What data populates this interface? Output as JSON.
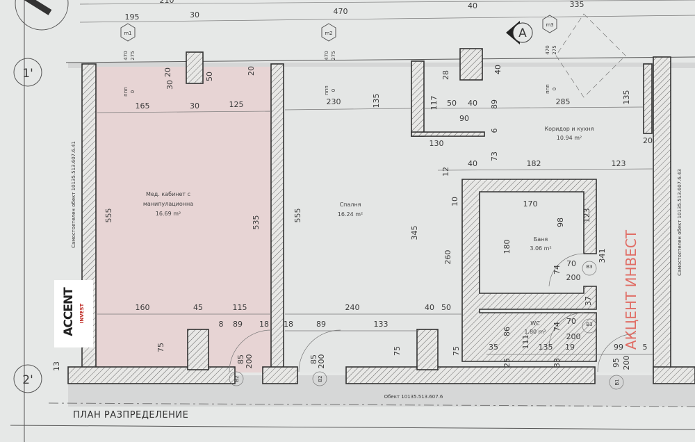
{
  "title": "ПЛАН РАЗПРЕДЕЛЕНИЕ",
  "axes": {
    "row_top": "1'",
    "row_bottom": "2'",
    "section": "A"
  },
  "markers": {
    "m1": "m1",
    "m2": "m2",
    "m3": "m3",
    "level_a": "470",
    "level_b": "275",
    "ppp": "ппп",
    "zero": "0"
  },
  "rooms": [
    {
      "name_lines": [
        "Мед. кабинет с",
        "манипулационна"
      ],
      "area": "16.69 m²",
      "color": "#e7d4d4"
    },
    {
      "name_lines": [
        "Спалня"
      ],
      "area": "16.24 m²"
    },
    {
      "name_lines": [
        "Коридор и кухня"
      ],
      "area": "10.94 m²"
    },
    {
      "name_lines": [
        "Баня"
      ],
      "area": "3.06 m²"
    },
    {
      "name_lines": [
        "WC"
      ],
      "area": "1.80 m²"
    }
  ],
  "side_labels": {
    "left": "Самостоятелен обект 10135.513.607.6.41",
    "right": "Самостоятелен обект 10135.513.607.6.43",
    "bottom": "Обект 10135.513.607.6"
  },
  "doors": [
    "B2",
    "B2",
    "B3",
    "B3",
    "B1"
  ],
  "dimensions": [
    "210",
    "195",
    "30",
    "470",
    "40",
    "335",
    "165",
    "30",
    "125",
    "230",
    "135",
    "50",
    "40",
    "89",
    "285",
    "135",
    "20",
    "30",
    "50",
    "20",
    "28",
    "40",
    "117",
    "90",
    "6",
    "130",
    "20",
    "73",
    "40",
    "182",
    "123",
    "12",
    "555",
    "535",
    "555",
    "345",
    "260",
    "170",
    "98",
    "123",
    "180",
    "341",
    "74",
    "70",
    "200",
    "37",
    "160",
    "45",
    "115",
    "240",
    "40",
    "50",
    "8",
    "89",
    "18",
    "18",
    "89",
    "133",
    "75",
    "75",
    "75",
    "86",
    "111",
    "74",
    "70",
    "200",
    "35",
    "135",
    "19",
    "99",
    "5",
    "25",
    "33",
    "13",
    "85",
    "200",
    "85",
    "200",
    "95",
    "200",
    "10"
  ],
  "logo": {
    "text": "ACCENT",
    "sub": "INVEST"
  },
  "watermark": "АКЦЕНТ ИНВЕСТ"
}
